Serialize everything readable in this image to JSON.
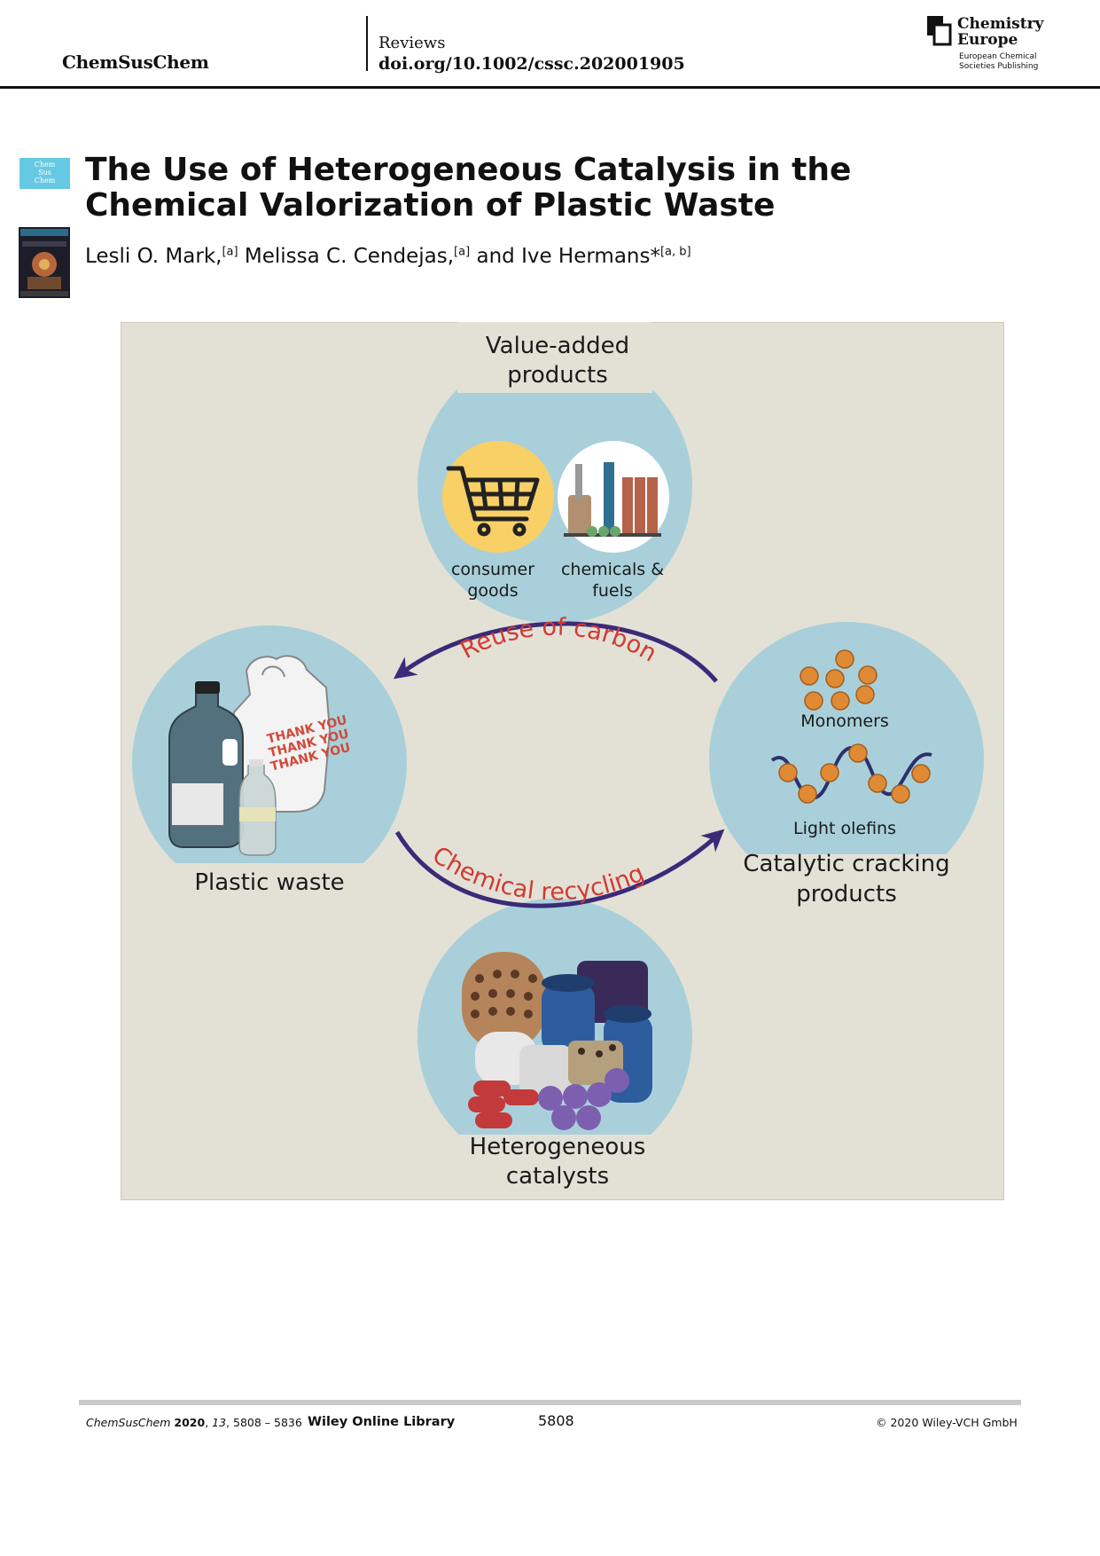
{
  "header": {
    "journal": "ChemSusChem",
    "section": "Reviews",
    "doi": "doi.org/10.1002/cssc.202001905",
    "publisher": {
      "name": "Chemistry\nEurope",
      "subtitle": "European Chemical\nSocieties Publishing"
    }
  },
  "cover_badge": "Chem\nSus\nChem",
  "article": {
    "title": "The Use of Heterogeneous Catalysis in the Chemical Valorization of Plastic Waste",
    "authors": [
      {
        "name": "Lesli O. Mark,",
        "affil": "[a]"
      },
      {
        "name": "Melissa C. Cendejas,",
        "affil": "[a]"
      },
      {
        "name": "and Ive Hermans*",
        "affil": "[a, b]"
      }
    ]
  },
  "figure": {
    "value_added_line1": "Value-added",
    "value_added_line2": "products",
    "consumer_line1": "consumer",
    "consumer_line2": "goods",
    "chemicals_line1": "chemicals &",
    "chemicals_line2": "fuels",
    "plastic_waste": "Plastic waste",
    "bag_text": "THANK YOU",
    "monomers": "Monomers",
    "light_olefins": "Light olefins",
    "cracking_line1": "Catalytic cracking",
    "cracking_line2": "products",
    "catalysts_line1": "Heterogeneous",
    "catalysts_line2": "catalysts",
    "reuse_arrow": "Reuse of carbon",
    "recycling_arrow": "Chemical recycling",
    "colors": {
      "panel_bg": "#e3e1d6",
      "circle": "#a9d0da",
      "arrow": "#3a2a78",
      "arrow_text": "#d23a32",
      "orange": "#e08a35"
    }
  },
  "footer": {
    "citation_journal": "ChemSusChem",
    "citation_year": "2020",
    "citation_volume": "13",
    "citation_pages": ", 5808 – 5836",
    "library": "Wiley Online Library",
    "page": "5808",
    "copyright": "© 2020 Wiley-VCH GmbH"
  }
}
